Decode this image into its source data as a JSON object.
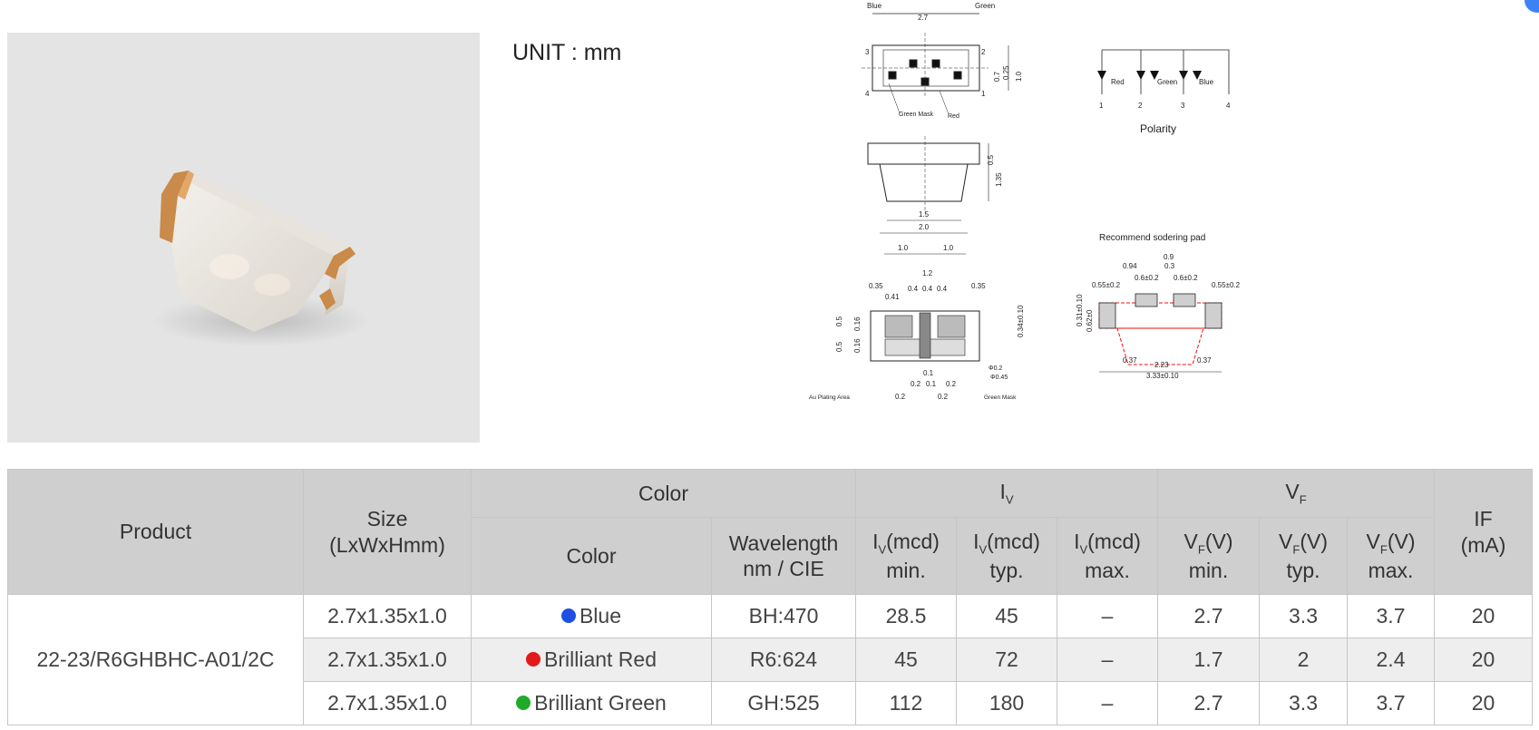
{
  "unit_label": "UNIT : mm",
  "drawing": {
    "blue": "Blue",
    "green": "Green",
    "dim_2_7": "2.7",
    "dim_0_25": "0.25",
    "dim_0_7": "0.7",
    "dim_1_0": "1.0",
    "green_mask": "Green Mask",
    "red": "Red",
    "polarity": "Polarity",
    "pol_red": "Red",
    "pol_green": "Green",
    "pol_blue": "Blue",
    "pin1": "1",
    "pin2": "2",
    "pin3": "3",
    "pin4": "4",
    "dim_0_5": "0.5",
    "dim_1_35": "1.35",
    "dim_1_5": "1.5",
    "dim_2_0": "2.0",
    "recommend": "Recommend sodering pad",
    "dim_0_35": "0.35",
    "dim_0_41": "0.41",
    "dim_0_4": "0.4",
    "dim_1_2": "1.2",
    "dim_0_16": "0.16",
    "dim_0_34": "0.34±0.10",
    "dim_phi02": "Φ0.2",
    "dim_phi045": "Φ0.45",
    "dim_0_1": "0.1",
    "dim_0_2": "0.2",
    "au_plating": "Au Plating Area",
    "green_mask2": "Green Mask",
    "pad_0_9": "0.9",
    "pad_0_94": "0.94",
    "pad_0_3": "0.3",
    "pad_0_6a": "0.6±0.2",
    "pad_0_6b": "0.6±0.2",
    "pad_0_55a": "0.55±0.2",
    "pad_0_55b": "0.55±0.2",
    "pad_0_31": "0.31±0.10",
    "pad_0_62": "0.62±0",
    "pad_0_37a": "0.37",
    "pad_0_37b": "0.37",
    "pad_2_23": "2.23",
    "pad_3_33": "3.33±0.10"
  },
  "table": {
    "headers": {
      "product": "Product",
      "size": "Size",
      "size_unit": "(LxWxHmm)",
      "color_group": "Color",
      "iv_group": "I",
      "iv_sub": "V",
      "vf_group": "V",
      "vf_sub": "F",
      "if_label": "IF",
      "if_unit": "(mA)",
      "color": "Color",
      "wavelength": "Wavelength",
      "wavelength_unit": "nm / CIE",
      "iv_min_a": "I",
      "iv_min_sub": "V",
      "iv_min_b": "(mcd)",
      "iv_min_c": "min.",
      "iv_typ_a": "I",
      "iv_typ_sub": "V",
      "iv_typ_b": "(mcd)",
      "iv_typ_c": "typ.",
      "iv_max_a": "I",
      "iv_max_sub": "V",
      "iv_max_b": "(mcd)",
      "iv_max_c": "max.",
      "vf_min_a": "V",
      "vf_min_sub": "F",
      "vf_min_b": "(V)",
      "vf_min_c": "min.",
      "vf_typ_a": "V",
      "vf_typ_sub": "F",
      "vf_typ_b": "(V)",
      "vf_typ_c": "typ.",
      "vf_max_a": "V",
      "vf_max_sub": "F",
      "vf_max_b": "(V)",
      "vf_max_c": "max."
    },
    "product": "22-23/R6GHBHC-A01/2C",
    "rows": [
      {
        "size": "2.7x1.35x1.0",
        "dot_color": "#1f4fe0",
        "color": "Blue",
        "wavelength": "BH:470",
        "iv_min": "28.5",
        "iv_typ": "45",
        "iv_max": "–",
        "vf_min": "2.7",
        "vf_typ": "3.3",
        "vf_max": "3.7",
        "if": "20"
      },
      {
        "size": "2.7x1.35x1.0",
        "dot_color": "#e21a1a",
        "color": "Brilliant Red",
        "wavelength": "R6:624",
        "iv_min": "45",
        "iv_typ": "72",
        "iv_max": "–",
        "vf_min": "1.7",
        "vf_typ": "2",
        "vf_max": "2.4",
        "if": "20"
      },
      {
        "size": "2.7x1.35x1.0",
        "dot_color": "#1faa2a",
        "color": "Brilliant Green",
        "wavelength": "GH:525",
        "iv_min": "112",
        "iv_typ": "180",
        "iv_max": "–",
        "vf_min": "2.7",
        "vf_typ": "3.3",
        "vf_max": "3.7",
        "if": "20"
      }
    ]
  }
}
